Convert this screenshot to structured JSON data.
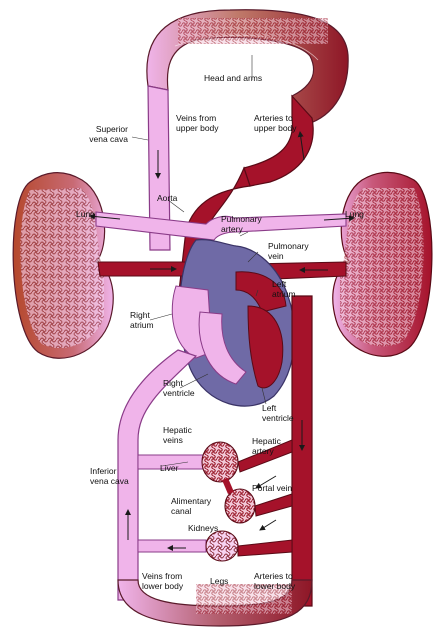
{
  "colors": {
    "artery": "#a5122a",
    "artery_dark": "#7e0c1e",
    "vein": "#f0b4ea",
    "vein_outline": "#8a3b88",
    "heart_wall": "#6f6aa6",
    "capillary_lung": "#b04a2a"
  },
  "labels": {
    "head_and_arms": "Head and arms",
    "superior_vena_cava_1": "Superior",
    "superior_vena_cava_2": "vena cava",
    "veins_upper_1": "Veins from",
    "veins_upper_2": "upper body",
    "arteries_upper_1": "Arteries to",
    "arteries_upper_2": "upper body",
    "aorta": "Aorta",
    "pulmonary_artery_1": "Pulmonary",
    "pulmonary_artery_2": "artery",
    "lung_left": "Lung",
    "lung_right": "Lung",
    "pulmonary_vein_1": "Pulmonary",
    "pulmonary_vein_2": "vein",
    "left_atrium_1": "Left",
    "left_atrium_2": "atrium",
    "right_atrium_1": "Right",
    "right_atrium_2": "atrium",
    "right_ventricle_1": "Right",
    "right_ventricle_2": "ventricle",
    "left_ventricle_1": "Left",
    "left_ventricle_2": "ventricle",
    "hepatic_veins_1": "Hepatic",
    "hepatic_veins_2": "veins",
    "hepatic_artery_1": "Hepatic",
    "hepatic_artery_2": "artery",
    "inferior_vena_cava_1": "Inferior",
    "inferior_vena_cava_2": "vena cava",
    "liver": "Liver",
    "portal_vein": "Portal vein",
    "alimentary_canal_1": "Alimentary",
    "alimentary_canal_2": "canal",
    "kidneys": "Kidneys",
    "veins_lower_1": "Veins from",
    "veins_lower_2": "lower body",
    "legs": "Legs",
    "arteries_lower_1": "Arteries to",
    "arteries_lower_2": "lower body"
  }
}
